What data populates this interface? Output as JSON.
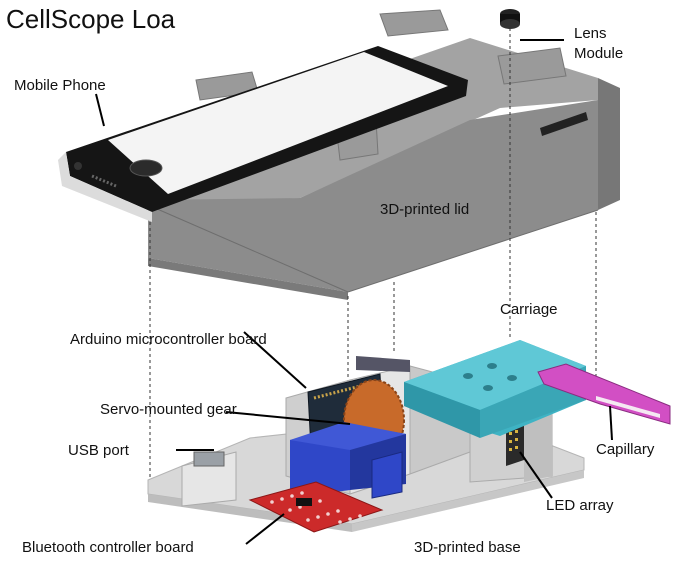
{
  "title": "CellScope Loa",
  "labels": {
    "lens_module_line1": "Lens",
    "lens_module_line2": "Module",
    "mobile_phone": "Mobile Phone",
    "lid": "3D-printed lid",
    "carriage": "Carriage",
    "arduino": "Arduino microcontroller board",
    "servo_gear": "Servo-mounted gear",
    "usb_port": "USB port",
    "capillary": "Capillary",
    "led_array": "LED array",
    "bluetooth": "Bluetooth controller board",
    "base": "3D-printed base"
  },
  "colors": {
    "lid": "#8c8c8c",
    "lid_top": "#a3a3a3",
    "phone_body": "#151515",
    "phone_screen": "#f4f4f4",
    "carriage": "#3fb3c4",
    "capillary": "#d24fc4",
    "servo": "#2f47c8",
    "gear": "#c86a2a",
    "bluetooth_board": "#cc2a2a",
    "base": "#d8d8d8"
  }
}
